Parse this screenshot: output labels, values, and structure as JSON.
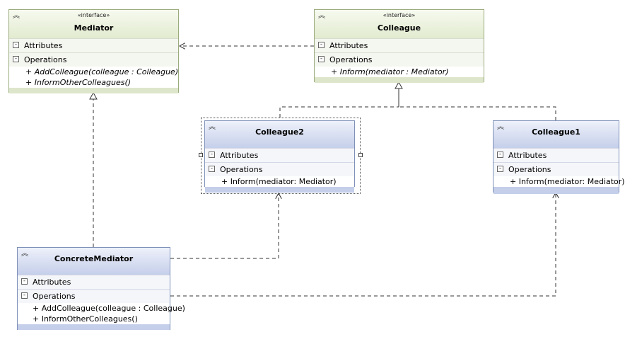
{
  "classes": {
    "mediator": {
      "stereotype": "«interface»",
      "name": "Mediator",
      "attributes_label": "Attributes",
      "operations_label": "Operations",
      "operations": [
        "+ AddColleague(colleague : Colleague)",
        "+ InformOtherColleagues()"
      ]
    },
    "colleague": {
      "stereotype": "«interface»",
      "name": "Colleague",
      "attributes_label": "Attributes",
      "operations_label": "Operations",
      "operations": [
        "+ Inform(mediator : Mediator)"
      ]
    },
    "colleague2": {
      "name": "Colleague2",
      "attributes_label": "Attributes",
      "operations_label": "Operations",
      "operations": [
        "+ Inform(mediator: Mediator)"
      ]
    },
    "colleague1": {
      "name": "Colleague1",
      "attributes_label": "Attributes",
      "operations_label": "Operations",
      "operations": [
        "+ Inform(mediator: Mediator)"
      ]
    },
    "concrete_mediator": {
      "name": "ConcreteMediator",
      "attributes_label": "Attributes",
      "operations_label": "Operations",
      "operations": [
        "+ AddColleague(colleague : Colleague)",
        "+ InformOtherColleagues()"
      ]
    }
  },
  "icons": {
    "collapse": "chevron-up-double-icon",
    "compartment_toggle": "minus-box-icon"
  },
  "colors": {
    "interface_header": "#e2ebcf",
    "class_header": "#c5cfea",
    "connector": "#333333"
  }
}
